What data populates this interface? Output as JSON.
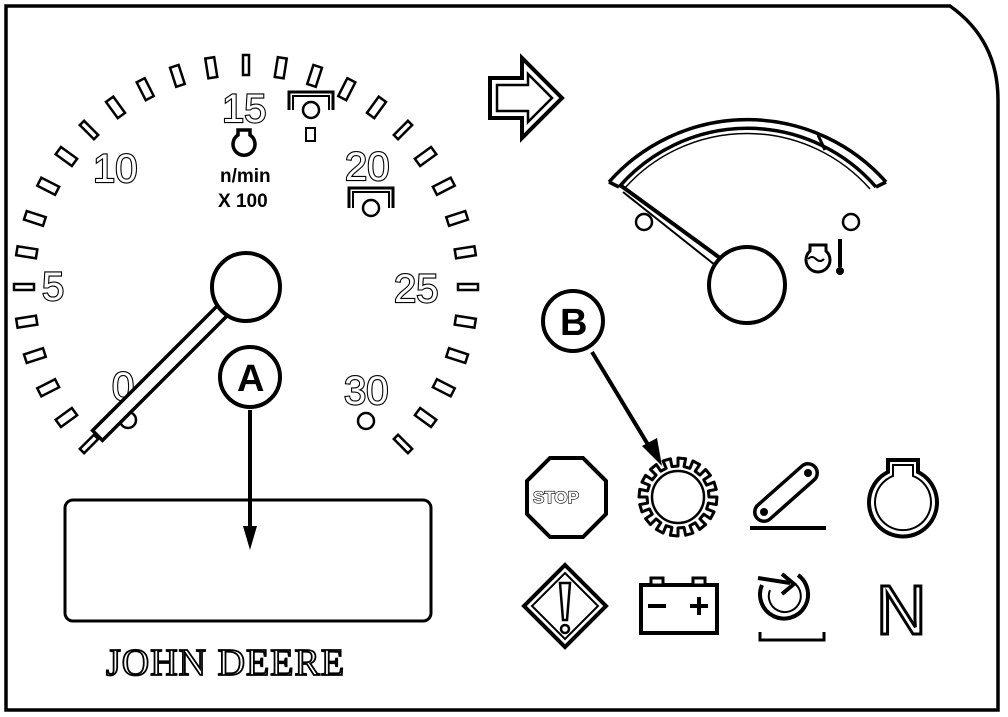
{
  "tachometer": {
    "tick_labels": [
      "0",
      "5",
      "10",
      "15",
      "20",
      "25",
      "30"
    ],
    "unit_line1": "n/min",
    "unit_line2": "X 100",
    "needle_value": 0
  },
  "callouts": {
    "a": "A",
    "b": "B"
  },
  "indicators": {
    "stop": "STOP",
    "neutral": "N"
  },
  "brand": "JOHN DEERE",
  "colors": {
    "ink": "#000000",
    "panel": "#ffffff"
  },
  "icons": [
    "turn-signal-arrow-icon",
    "coolant-temperature-icon",
    "stop-icon",
    "engine-preheat-icon",
    "belt-icon",
    "engine-oil-pressure-icon",
    "warning-icon",
    "battery-icon",
    "pto-icon",
    "neutral-icon"
  ]
}
